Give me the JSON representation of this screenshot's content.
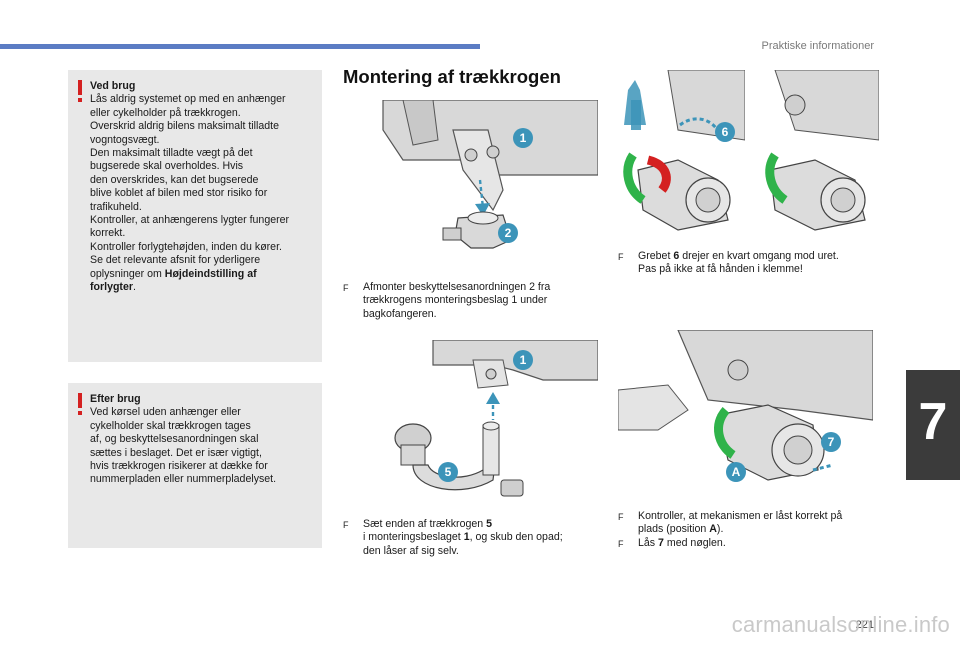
{
  "header": {
    "section_title": "Praktiske informationer"
  },
  "chapter": {
    "number": "7"
  },
  "footer": {
    "page_number": "221",
    "watermark": "carmanualsonline.info"
  },
  "warning1": {
    "heading": "Ved brug",
    "lines": [
      "Lås aldrig systemet op med en anhænger",
      "eller cykelholder på trækkrogen.",
      "Overskrid aldrig bilens maksimalt tilladte",
      "vogntogsvægt.",
      "Den maksimalt tilladte vægt på det",
      "bugserede skal overholdes. Hvis",
      "den overskrides, kan det bugserede",
      "blive koblet af bilen med stor risiko for",
      "trafikuheld.",
      "Kontroller, at anhængerens lygter fungerer",
      "korrekt.",
      "Kontroller forlygtehøjden, inden du kører.",
      "Se det relevante afsnit for yderligere",
      "oplysninger om "
    ],
    "bold_ref_1": "Højdeindstilling af",
    "bold_ref_2": "forlygter",
    "end": "."
  },
  "warning2": {
    "heading": "Efter brug",
    "lines": [
      "Ved kørsel uden anhænger eller",
      "cykelholder skal trækkrogen tages",
      "af, og beskyttelsesanordningen skal",
      "sættes i beslaget. Det er især vigtigt,",
      "hvis trækkrogen risikerer at dække for",
      "nummerpladen eller nummerpladelyset."
    ]
  },
  "main": {
    "title": "Montering af trækkrogen"
  },
  "callouts": {
    "c1": "1",
    "c2": "2",
    "c5": "5",
    "c6": "6",
    "c7": "7",
    "cA": "A"
  },
  "steps": {
    "mark": "F",
    "s1": {
      "lines": [
        "Afmonter beskyttelsesanordningen 2 fra",
        "trækkrogens monteringsbeslag 1 under",
        "bagkofangeren."
      ]
    },
    "s2": {
      "l1_pre": "Sæt enden af trækkrogen ",
      "l1_bold": "5",
      "l2_pre": "i monteringsbeslaget ",
      "l2_bold": "1",
      "l2_post": ", og skub den opad;",
      "l3": "den låser af sig selv."
    },
    "s3": {
      "l1_pre": "Grebet ",
      "l1_bold": "6",
      "l1_post": " drejer en kvart omgang mod uret.",
      "l2": "Pas på ikke at få hånden i klemme!"
    },
    "s4": {
      "l1": "Kontroller, at mekanismen er låst korrekt på",
      "l2_pre": "plads (position ",
      "l2_bold": "A",
      "l2_post": ")."
    },
    "s5": {
      "pre": "Lås ",
      "bold": "7",
      "post": " med nøglen."
    }
  },
  "colors": {
    "accent_blue": "#5b7cc4",
    "warning_red": "#d42020",
    "callout_teal": "#3c94b9",
    "lever_green": "#2fb34a",
    "box_gray": "#e8e8e8"
  }
}
